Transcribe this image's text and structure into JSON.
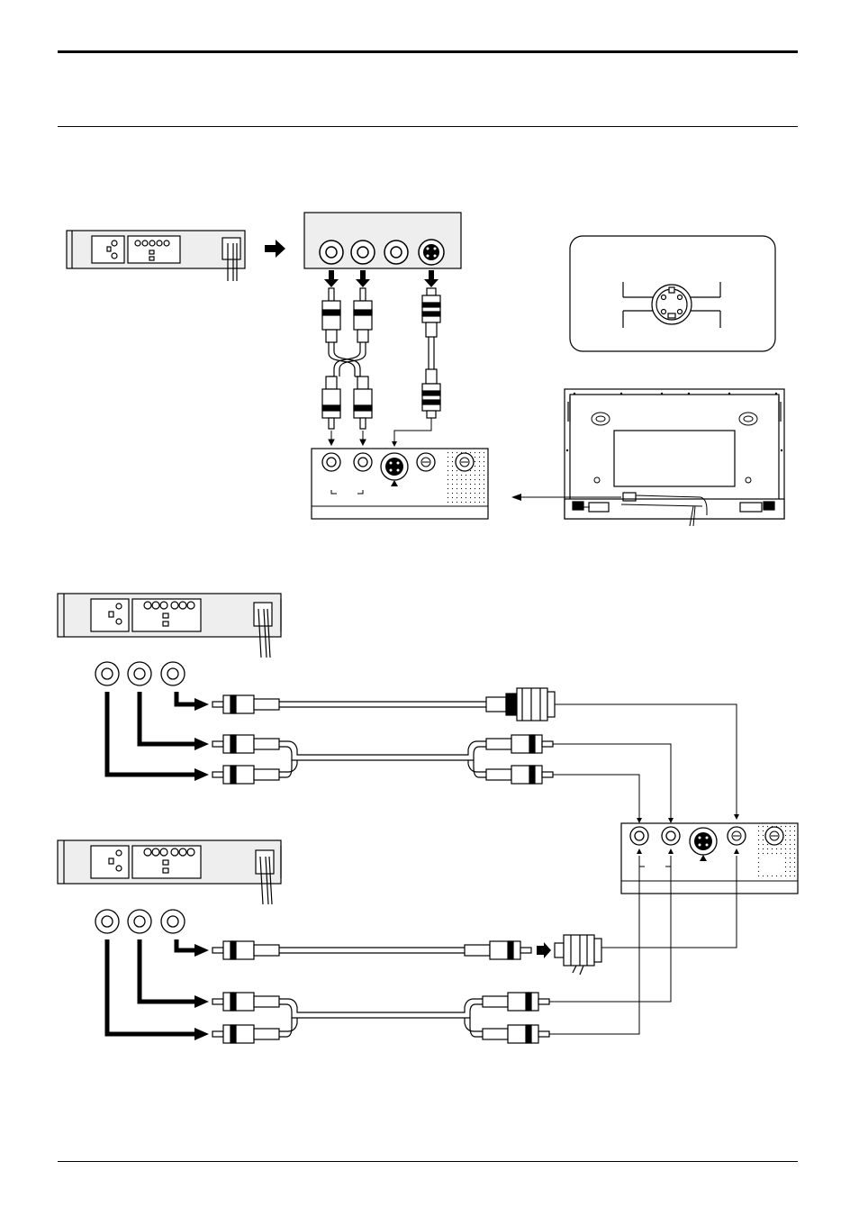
{
  "page": {
    "background": "#ffffff",
    "ink": "#000000",
    "gray_fill": "#eeeeee"
  },
  "diagram": {
    "description_text": [],
    "components": [
      "vcr-top",
      "vcr-rca-output-panel",
      "rca-cable-pair",
      "s-video-cable",
      "s-video-plug-pin-detail",
      "display-rear-view",
      "display-input-terminal-block-top",
      "vcr-middle",
      "vcr-bottom",
      "rca-to-bnc-cable",
      "rca-audio-cable-pair",
      "display-input-terminal-block-right",
      "bnc-adapter"
    ]
  }
}
